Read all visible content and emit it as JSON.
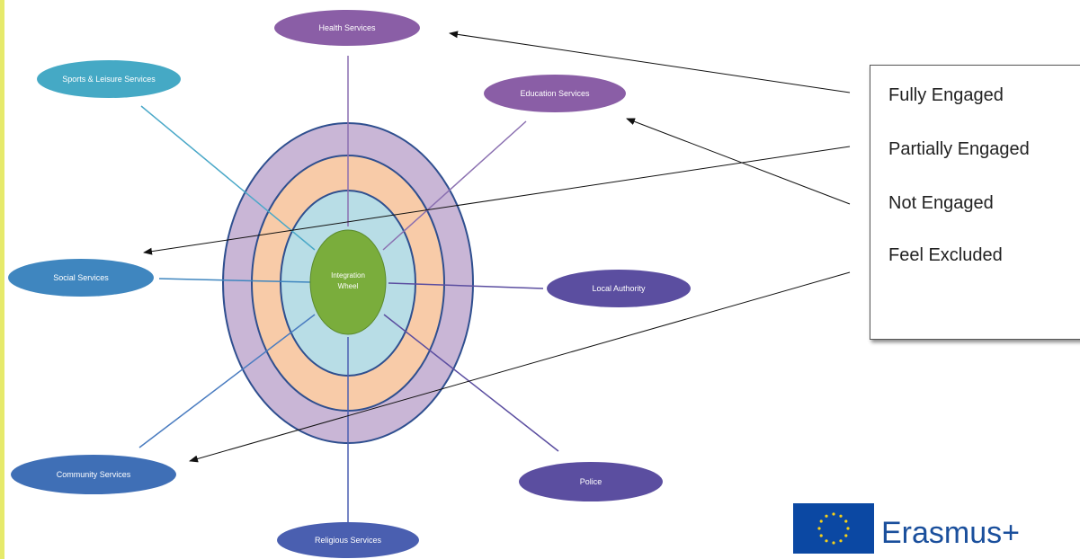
{
  "diagram": {
    "center_label_line1": "Integration",
    "center_label_line2": "Wheel",
    "nodes": [
      {
        "id": "health",
        "label": "Health Services",
        "color": "#8a5ea6"
      },
      {
        "id": "sports",
        "label": "Sports & Leisure Services",
        "color": "#45a9c5"
      },
      {
        "id": "education",
        "label": "Education Services",
        "color": "#8a5ea6"
      },
      {
        "id": "social",
        "label": "Social Services",
        "color": "#3f86bf"
      },
      {
        "id": "local",
        "label": "Local Authority",
        "color": "#5b4ea0"
      },
      {
        "id": "community",
        "label": "Community Services",
        "color": "#3f6fb6"
      },
      {
        "id": "police",
        "label": "Police",
        "color": "#5b4ea0"
      },
      {
        "id": "religious",
        "label": "Religious Services",
        "color": "#4a5fb0"
      }
    ],
    "ring_colors": {
      "outer": "#c9b6d6",
      "second": "#f8cba8",
      "third": "#b8dde6",
      "center": "#7aad3c",
      "outline": "#2f4f8f"
    }
  },
  "legend": {
    "items": [
      {
        "label": "Fully Engaged"
      },
      {
        "label": "Partially Engaged"
      },
      {
        "label": "Not Engaged"
      },
      {
        "label": "Feel Excluded"
      }
    ]
  },
  "branding": {
    "text": "Erasmus+",
    "flag_icon": "eu-flag-icon",
    "flag_color": "#0b48a3",
    "star_color": "#f7d117"
  }
}
